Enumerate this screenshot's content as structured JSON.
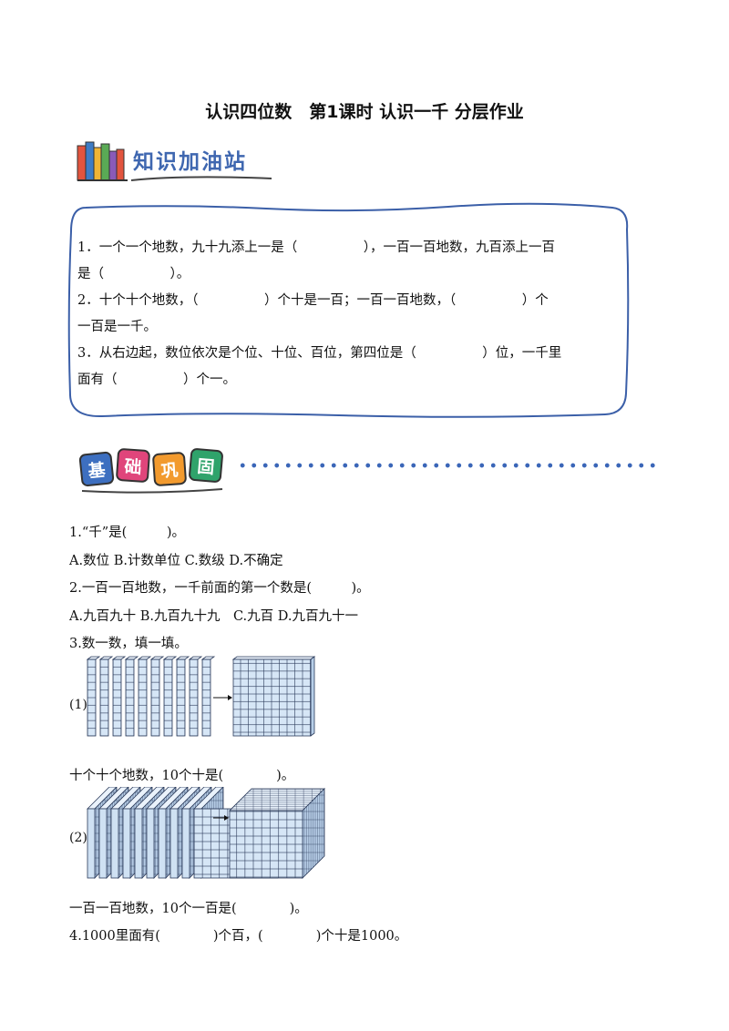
{
  "title": "认识四位数　第1课时  认识一千  分层作业",
  "section1": {
    "heading": "知识加油站",
    "items": [
      {
        "line1": "1．一个一个地数，九十九添上一是（　　　　　），一百一百地数，九百添上一百",
        "line2": "是（　　　　　）。"
      },
      {
        "line1": "2．十个十个地数，（　　　　　）个十是一百；一百一百地数，（　　　　　）个",
        "line2": "一百是一千。"
      },
      {
        "line1": "3．从右边起，数位依次是个位、十位、百位，第四位是（　　　　　）位，一千里",
        "line2": "面有（　　　　　）个一。"
      }
    ]
  },
  "section2": {
    "tiles": [
      "基",
      "础",
      "巩",
      "固"
    ],
    "tile_colors": [
      "#3d6fc0",
      "#e0457b",
      "#f29a2e",
      "#2fa36b"
    ]
  },
  "questions": {
    "q1": "1.“千”是(　　　)。",
    "q1_options": "A.数位  B.计数单位 C.数级  D.不确定",
    "q2": "2.一百一百地数，一千前面的第一个数是(　　　)。",
    "q2_options": "A.九百九十 B.九百九十九　C.九百  D.九百九十一",
    "q3": "3.数一数，填一填。",
    "fig1_label": "(1)",
    "q3_1": "十个十个地数，10个十是(　　　　)。",
    "fig2_label": "(2)",
    "q3_2": "一百一百地数，10个一百是(　　　　)。",
    "q4": "4.1000里面有(　　　　)个百，(　　　　)个十是1000。"
  }
}
